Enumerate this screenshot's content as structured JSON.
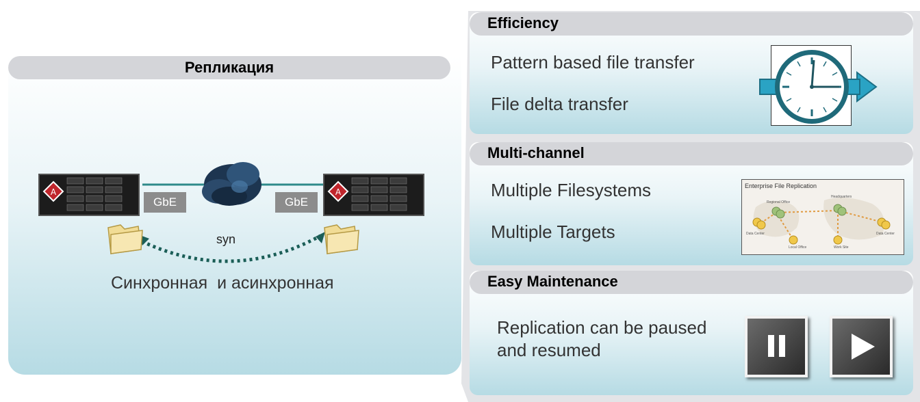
{
  "left": {
    "title": "Репликация",
    "link_labels": [
      "GbE",
      "GbE"
    ],
    "sync_label": "syn",
    "caption": "Синхронная  и асинхронная"
  },
  "sections": [
    {
      "title": "Efficiency",
      "items": [
        "Pattern based file transfer",
        "File delta transfer"
      ]
    },
    {
      "title": "Multi-channel",
      "items": [
        "Multiple Filesystems",
        "Multiple Targets"
      ],
      "map": {
        "title": "Enterprise File Replication",
        "labels": [
          "Regional Office",
          "Headquarters",
          "Data Center",
          "Local Office",
          "Work Site",
          "Data Center"
        ]
      }
    },
    {
      "title": "Easy Maintenance",
      "items": [
        "Replication can be paused",
        "and resumed"
      ]
    }
  ],
  "colors": {
    "header": "#d4d5d9",
    "panel_bottom": "#b6dbe4",
    "clock_ring": "#1f6a7a",
    "arrow": "#2aa3c4",
    "sync_dots": "#1b5e57"
  }
}
